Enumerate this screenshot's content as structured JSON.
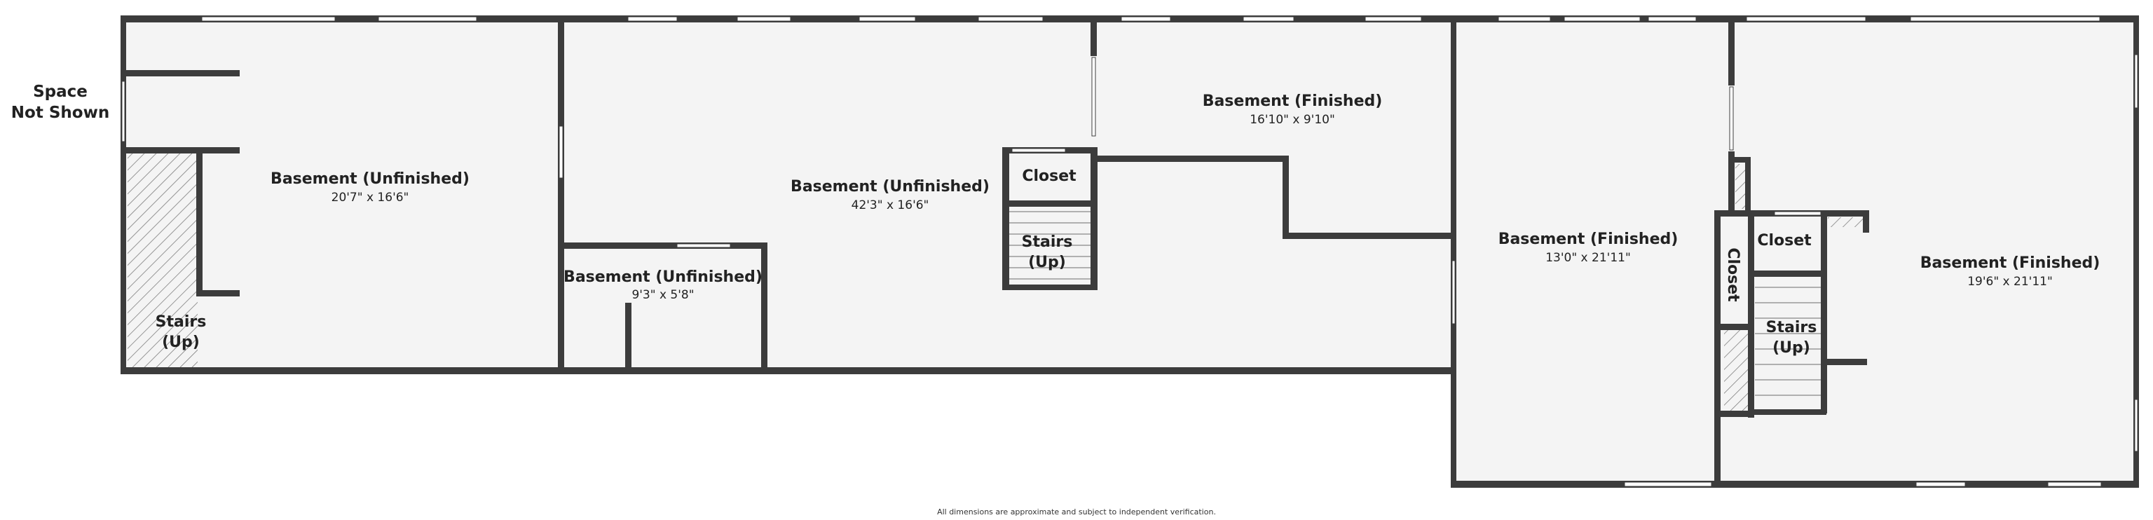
{
  "side_note": {
    "line1": "Space",
    "line2": "Not Shown"
  },
  "rooms": [
    {
      "name": "Basement (Unfinished)",
      "dims": "20'7\" x 16'6\""
    },
    {
      "name": "Basement (Unfinished)",
      "dims": "42'3\" x 16'6\""
    },
    {
      "name": "Basement (Unfinished)",
      "dims": "9'3\" x 5'8\""
    },
    {
      "name": "Basement (Finished)",
      "dims": "16'10\" x 9'10\""
    },
    {
      "name": "Basement (Finished)",
      "dims": "13'0\" x 21'11\""
    },
    {
      "name": "Basement (Finished)",
      "dims": "19'6\" x 21'11\""
    }
  ],
  "stairs_left": {
    "line1": "Stairs",
    "line2": "(Up)"
  },
  "stairs_middle": {
    "line1": "Stairs",
    "line2": "(Up)"
  },
  "stairs_right": {
    "line1": "Stairs",
    "line2": "(Up)"
  },
  "closet_middle": "Closet",
  "closet_right": "Closet",
  "closet_vertical": "Closet",
  "disclaimer": "All dimensions are approximate and subject to independent verification.",
  "colors": {
    "wall": "#3c3c3c",
    "floor": "#f4f4f4",
    "window": "#ffffff"
  }
}
